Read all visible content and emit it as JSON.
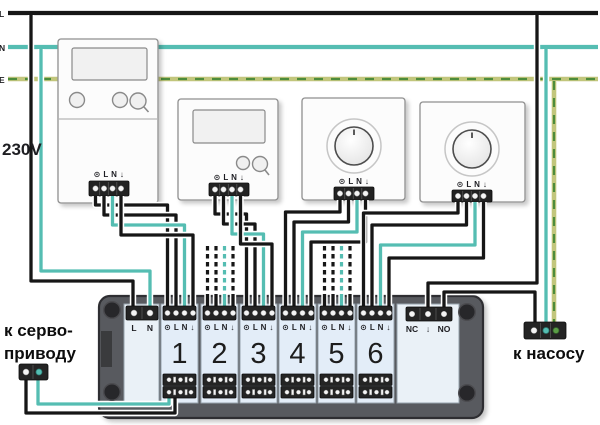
{
  "supply": {
    "l": "L",
    "n": "N",
    "e": "E",
    "voltage": "230V"
  },
  "thermostats": [
    {
      "terminal_label": "⊙ L N ↓"
    },
    {
      "terminal_label": "⊙ L N ↓"
    },
    {
      "terminal_label": "⊙ L N ↓"
    },
    {
      "terminal_label": "⊙ L N ↓"
    }
  ],
  "wiring_center": {
    "power": {
      "l": "L",
      "n": "N"
    },
    "zones": [
      {
        "number": "1",
        "terminal_label": "⊙ L N ↓"
      },
      {
        "number": "2",
        "terminal_label": "⊙ L N ↓"
      },
      {
        "number": "3",
        "terminal_label": "⊙ L N ↓"
      },
      {
        "number": "4",
        "terminal_label": "⊙ L N ↓"
      },
      {
        "number": "5",
        "terminal_label": "⊙ L N ↓"
      },
      {
        "number": "6",
        "terminal_label": "⊙ L N ↓"
      }
    ],
    "relay": {
      "nc": "NC",
      "common": "↓",
      "no": "NO"
    }
  },
  "captions": {
    "servo_line1": "к серво-",
    "servo_line2": "приводу",
    "pump": "к насосу"
  },
  "colors": {
    "wire_line_black": "#161616",
    "wire_neutral_teal": "#55bdb2",
    "wire_earth_green": "#4d8c3b",
    "wire_earth_yellow": "#c2c67c",
    "housing_gray": "#595a5e",
    "zone_panel_blue": "#e3edf8"
  }
}
